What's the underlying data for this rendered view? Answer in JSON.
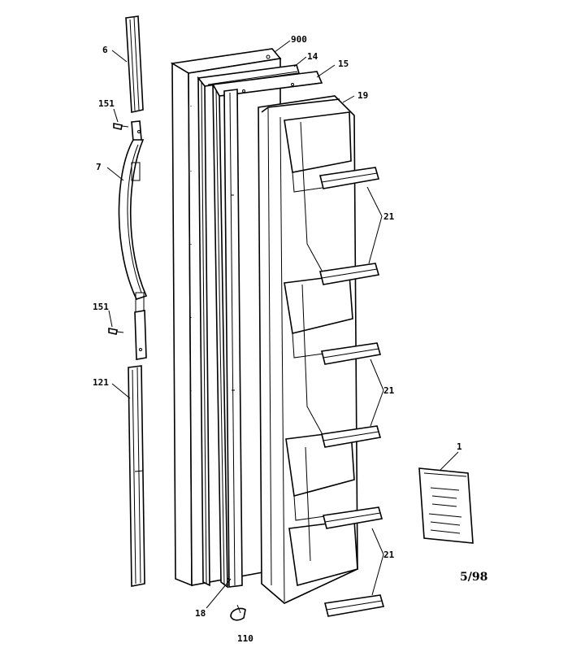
{
  "diagram": {
    "date_code": "5/98",
    "callouts": [
      {
        "id": "door-assembly",
        "label": "900"
      },
      {
        "id": "gasket",
        "label": "14"
      },
      {
        "id": "door-liner-frame",
        "label": "15"
      },
      {
        "id": "door-liner",
        "label": "19"
      },
      {
        "id": "handle-top-cap",
        "label": "6"
      },
      {
        "id": "screw-upper",
        "label": "151"
      },
      {
        "id": "handle",
        "label": "7"
      },
      {
        "id": "screw-lower",
        "label": "151"
      },
      {
        "id": "handle-trim",
        "label": "121"
      },
      {
        "id": "shelf-bars-upper",
        "label": "21"
      },
      {
        "id": "shelf-bars-middle",
        "label": "21"
      },
      {
        "id": "shelf-bars-lower",
        "label": "21"
      },
      {
        "id": "manual",
        "label": "1"
      },
      {
        "id": "door-stop",
        "label": "18"
      },
      {
        "id": "cam",
        "label": "110"
      }
    ]
  }
}
